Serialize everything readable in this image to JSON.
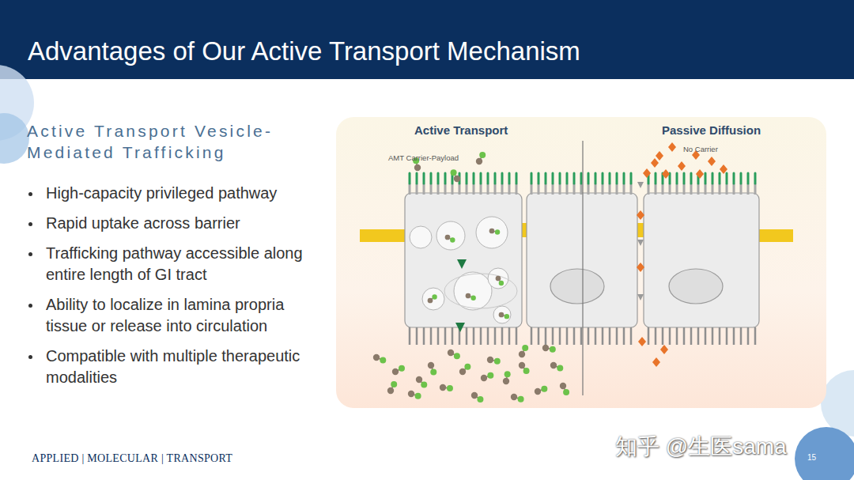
{
  "diagram": {
    "title": "Advantages of Our Active Transport Mechanism",
    "labels": [
      "Active Transport Vesicle-Mediated Trafficking",
      "High-capacity privileged pathway",
      "Rapid uptake across barrier",
      "Trafficking pathway accessible along entire length of GI tract",
      "Ability to localize in lamina propria tissue or release into circulation",
      "Compatible with multiple therapeutic modalities",
      "Active Transport",
      "Passive Diffusion",
      "AMT Carrier-Payload",
      "No Carrier",
      "APPLIED | MOLECULAR | TRANSPORT",
      "15",
      "知乎 @生医sama"
    ]
  }
}
